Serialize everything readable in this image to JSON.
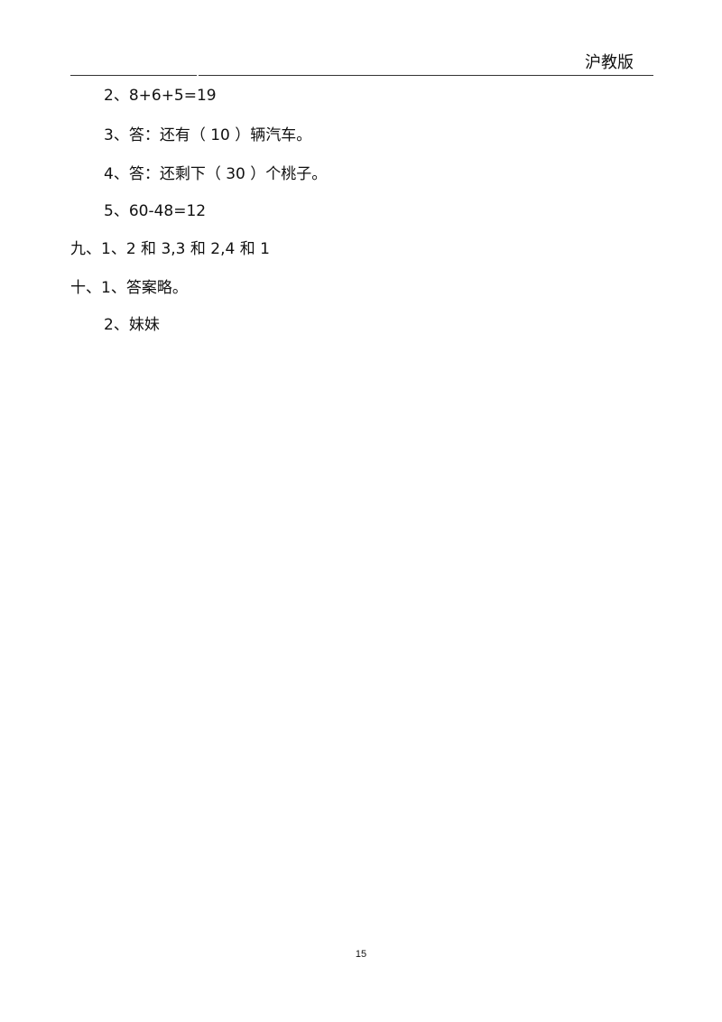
{
  "header": {
    "label": "沪教版"
  },
  "answers": [
    "2、8+6+5=19",
    "3、答：还有（ 10 ）辆汽车。",
    "4、答：还剩下（ 30 ）个桃子。",
    "5、60-48=12",
    "九、1、2 和 3,3 和 2,4 和 1",
    "十、1、答案略。",
    "2、妹妹"
  ],
  "footer": {
    "page_number": "15"
  }
}
